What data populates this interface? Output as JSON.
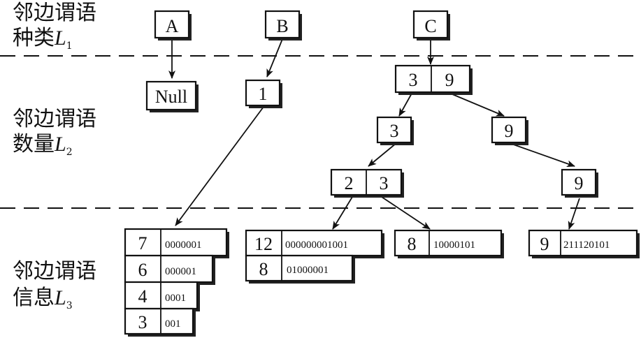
{
  "side_labels": [
    {
      "line1": "邻边谓语",
      "line2": "种类",
      "var": "L",
      "sub": "1"
    },
    {
      "line1": "邻边谓语",
      "line2": "数量",
      "var": "L",
      "sub": "2"
    },
    {
      "line1": "邻边谓语",
      "line2": "信息",
      "var": "L",
      "sub": "3"
    }
  ],
  "type_nodes": [
    "A",
    "B",
    "C"
  ],
  "null_node": "Null",
  "b_count": "1",
  "c_root": [
    "3",
    "9"
  ],
  "c_left": "3",
  "c_right": "9",
  "c_left_split": [
    "2",
    "3"
  ],
  "c_right_child": "9",
  "info_b": [
    {
      "count": "7",
      "code": "0000001"
    },
    {
      "count": "6",
      "code": "000001"
    },
    {
      "count": "4",
      "code": "0001"
    },
    {
      "count": "3",
      "code": "001"
    }
  ],
  "info_c2": [
    {
      "count": "12",
      "code": "000000001001"
    },
    {
      "count": "8",
      "code": "01000001"
    }
  ],
  "info_c3": [
    {
      "count": "8",
      "code": "10000101"
    }
  ],
  "info_c9": [
    {
      "count": "9",
      "code": "211120101"
    }
  ]
}
